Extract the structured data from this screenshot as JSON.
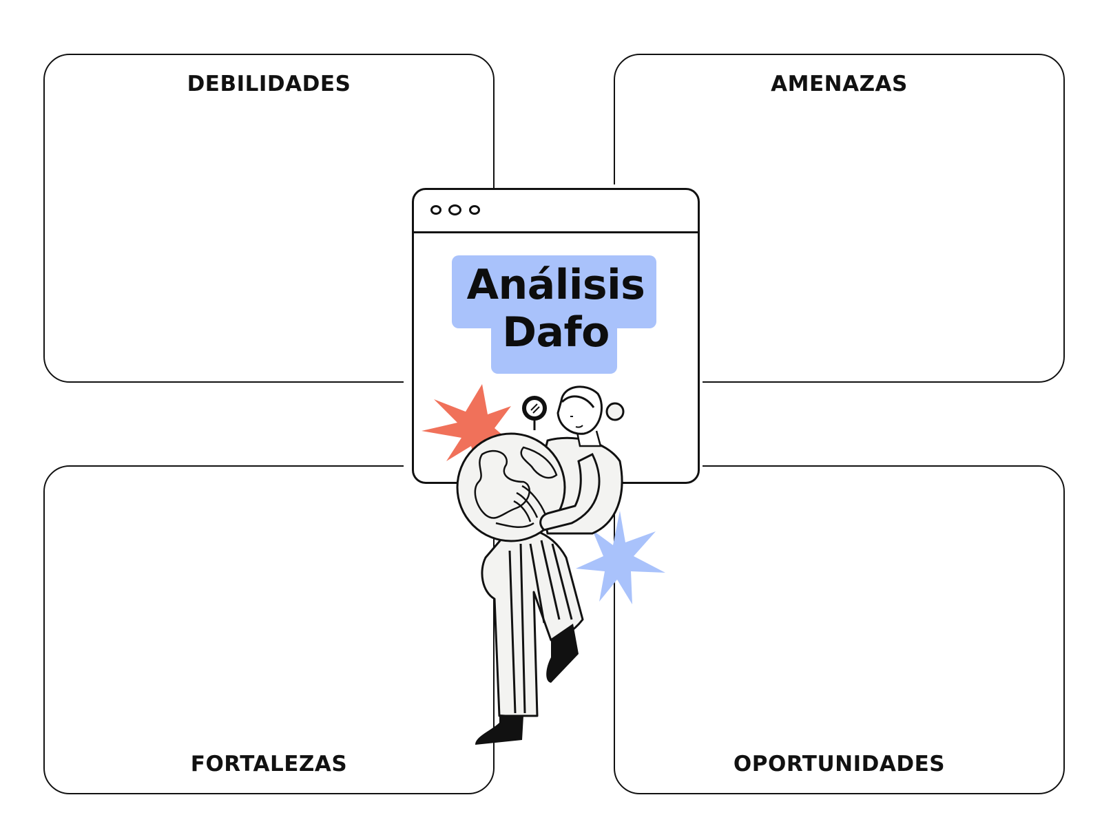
{
  "quadrants": {
    "weaknesses": "DEBILIDADES",
    "threats": "AMENAZAS",
    "strengths": "FORTALEZAS",
    "opportunities": "OPORTUNIDADES"
  },
  "center": {
    "title_line1": "Análisis",
    "title_line2": "Dafo"
  },
  "colors": {
    "accent_blue": "#a9c2fb",
    "accent_orange": "#f0715a",
    "ink": "#111111"
  },
  "icons": [
    "window-dots-icon",
    "magnifier-icon",
    "globe-icon",
    "starburst-icon"
  ]
}
